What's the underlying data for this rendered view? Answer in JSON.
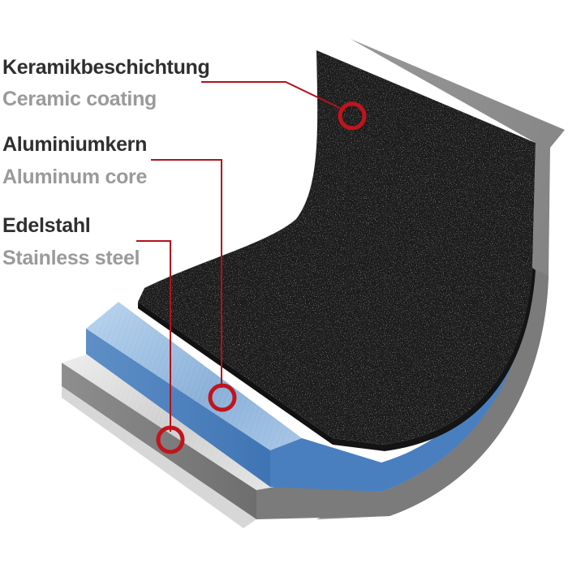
{
  "labels": [
    {
      "de": "Keramikbeschichtung",
      "en": "Ceramic coating"
    },
    {
      "de": "Aluminiumkern",
      "en": "Aluminum core"
    },
    {
      "de": "Edelstahl",
      "en": "Stainless steel"
    }
  ],
  "colors": {
    "leader": "#b3121a",
    "ceramic": "#202020",
    "aluminum": "#8fb6dc",
    "steel": "#d5d5d5",
    "label_de": "#2f2f2f",
    "label_en": "#9a9a9a"
  }
}
